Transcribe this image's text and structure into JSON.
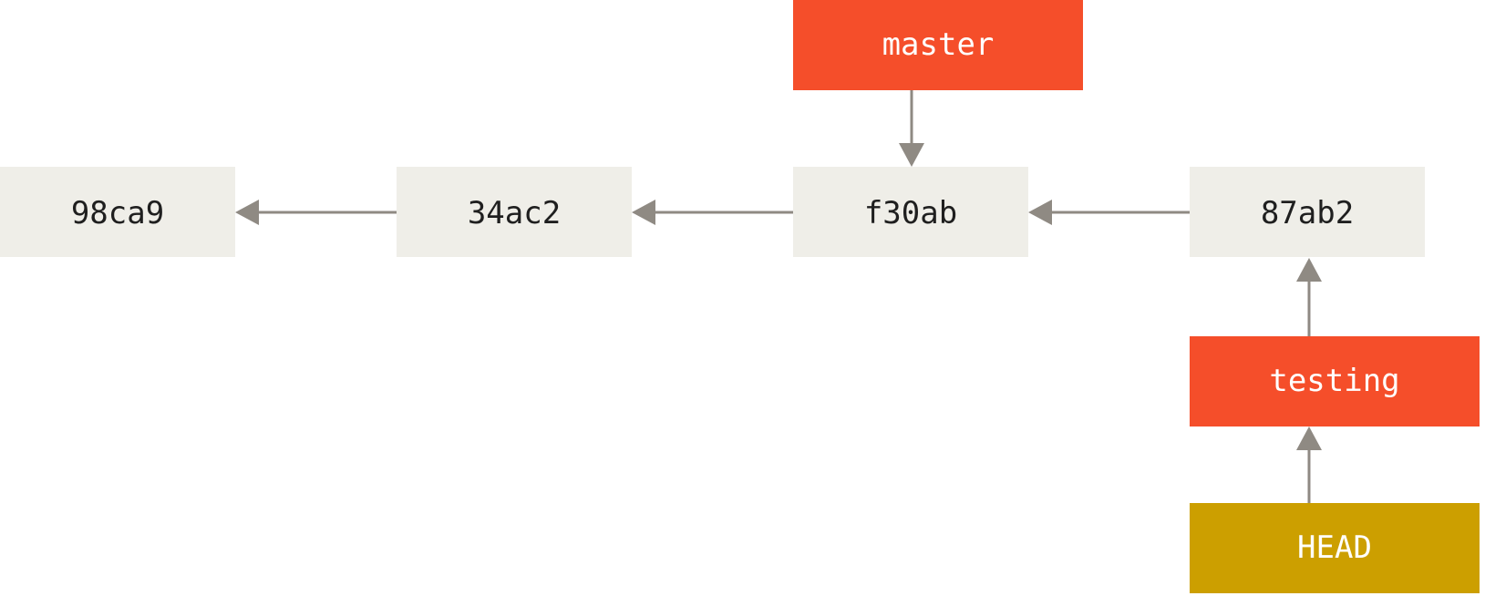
{
  "colors": {
    "commit_fill": "#efeee8",
    "commit_text": "#1f1f1f",
    "branch_fill": "#f54e2a",
    "branch_text": "#ffffff",
    "head_fill": "#cc9f00",
    "head_text": "#ffffff",
    "arrow": "#8f8a83"
  },
  "commits": [
    "98ca9",
    "34ac2",
    "f30ab",
    "87ab2"
  ],
  "branches": {
    "master": "master",
    "testing": "testing"
  },
  "head": "HEAD",
  "edges": [
    {
      "from": "34ac2",
      "to": "98ca9"
    },
    {
      "from": "f30ab",
      "to": "34ac2"
    },
    {
      "from": "87ab2",
      "to": "f30ab"
    },
    {
      "from": "master",
      "to": "f30ab"
    },
    {
      "from": "testing",
      "to": "87ab2"
    },
    {
      "from": "HEAD",
      "to": "testing"
    }
  ]
}
